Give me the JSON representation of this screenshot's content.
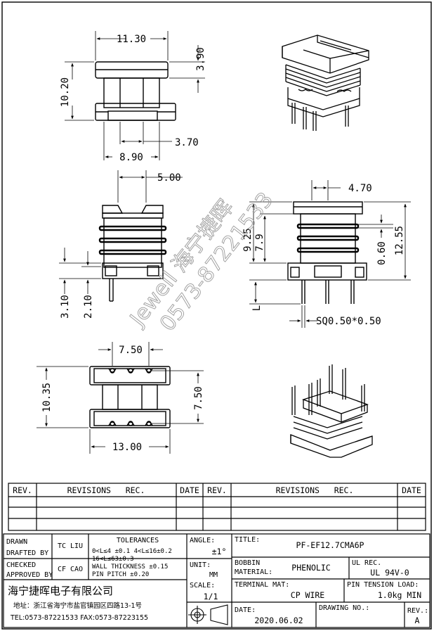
{
  "dimensions": {
    "top_width": "11.30",
    "top_height": "10.20",
    "top_flange": "3.90",
    "top_pin_span": "8.90",
    "top_pin_gap": "3.70",
    "side_half": "5.00",
    "side_base": "3.10",
    "side_pin": "2.10",
    "right_half": "4.70",
    "right_h1": "9.25",
    "right_h2": "7.9",
    "right_h3": "0.60",
    "right_total": "12.55",
    "pin_length": "L",
    "pin_square": "SQ0.50*0.50",
    "bottom_pitch": "7.50",
    "bottom_depth": "10.35",
    "bottom_row": "7.50",
    "bottom_width": "13.00"
  },
  "watermark": {
    "line1": "Jewell 海宁捷晖",
    "line2": "0573-87221533"
  },
  "revision_table": {
    "rev_header": "REV.",
    "rec_header": "REVISIONS   REC.",
    "date_header": "DATE"
  },
  "title_block": {
    "drawn_label": "DRAWN",
    "drafted_label": "DRAFTED BY",
    "drafted_value": "TC LIU",
    "checked_label": "CHECKED",
    "approved_label": "APPROVED BY",
    "approved_value": "CF CAO",
    "tolerances_label": "TOLERANCES",
    "tol_line1": "0<L≤4 ±0.1 4<L≤16±0.2",
    "tol_line2": "16<L≤63±0.3",
    "tol_line3": "WALL THICKNESS ±0.15",
    "tol_line4": "PIN PITCH ±0.20",
    "angle_label": "ANGLE:",
    "angle_value": "±1°",
    "unit_label": "UNIT:",
    "unit_value": "MM",
    "scale_label": "SCALE:",
    "scale_value": "1/1",
    "title_label": "TITLE:",
    "title_value": "PF-EF12.7CMA6P",
    "bobbin_label1": "BOBBIN",
    "bobbin_label2": "MATERIAL:",
    "bobbin_value": "PHENOLIC",
    "ul_label": "UL REC.",
    "ul_value": "UL 94V-0",
    "terminal_label": "TERMINAL MAT:",
    "terminal_value": "CP WIRE",
    "pin_tension_label": "PIN TENSION LOAD:",
    "pin_tension_value": "1.0kg MIN",
    "date_label": "DATE:",
    "date_value": "2020.06.02",
    "drawing_no_label": "DRAWING NO.:",
    "rev_label": "REV.:",
    "rev_value": "A",
    "company": "海宁捷晖电子有限公司",
    "address": "地址：浙江省海宁市盐官镇园区四路13-1号",
    "contact": "TEL:0573-87221533 FAX:0573-87223155"
  }
}
